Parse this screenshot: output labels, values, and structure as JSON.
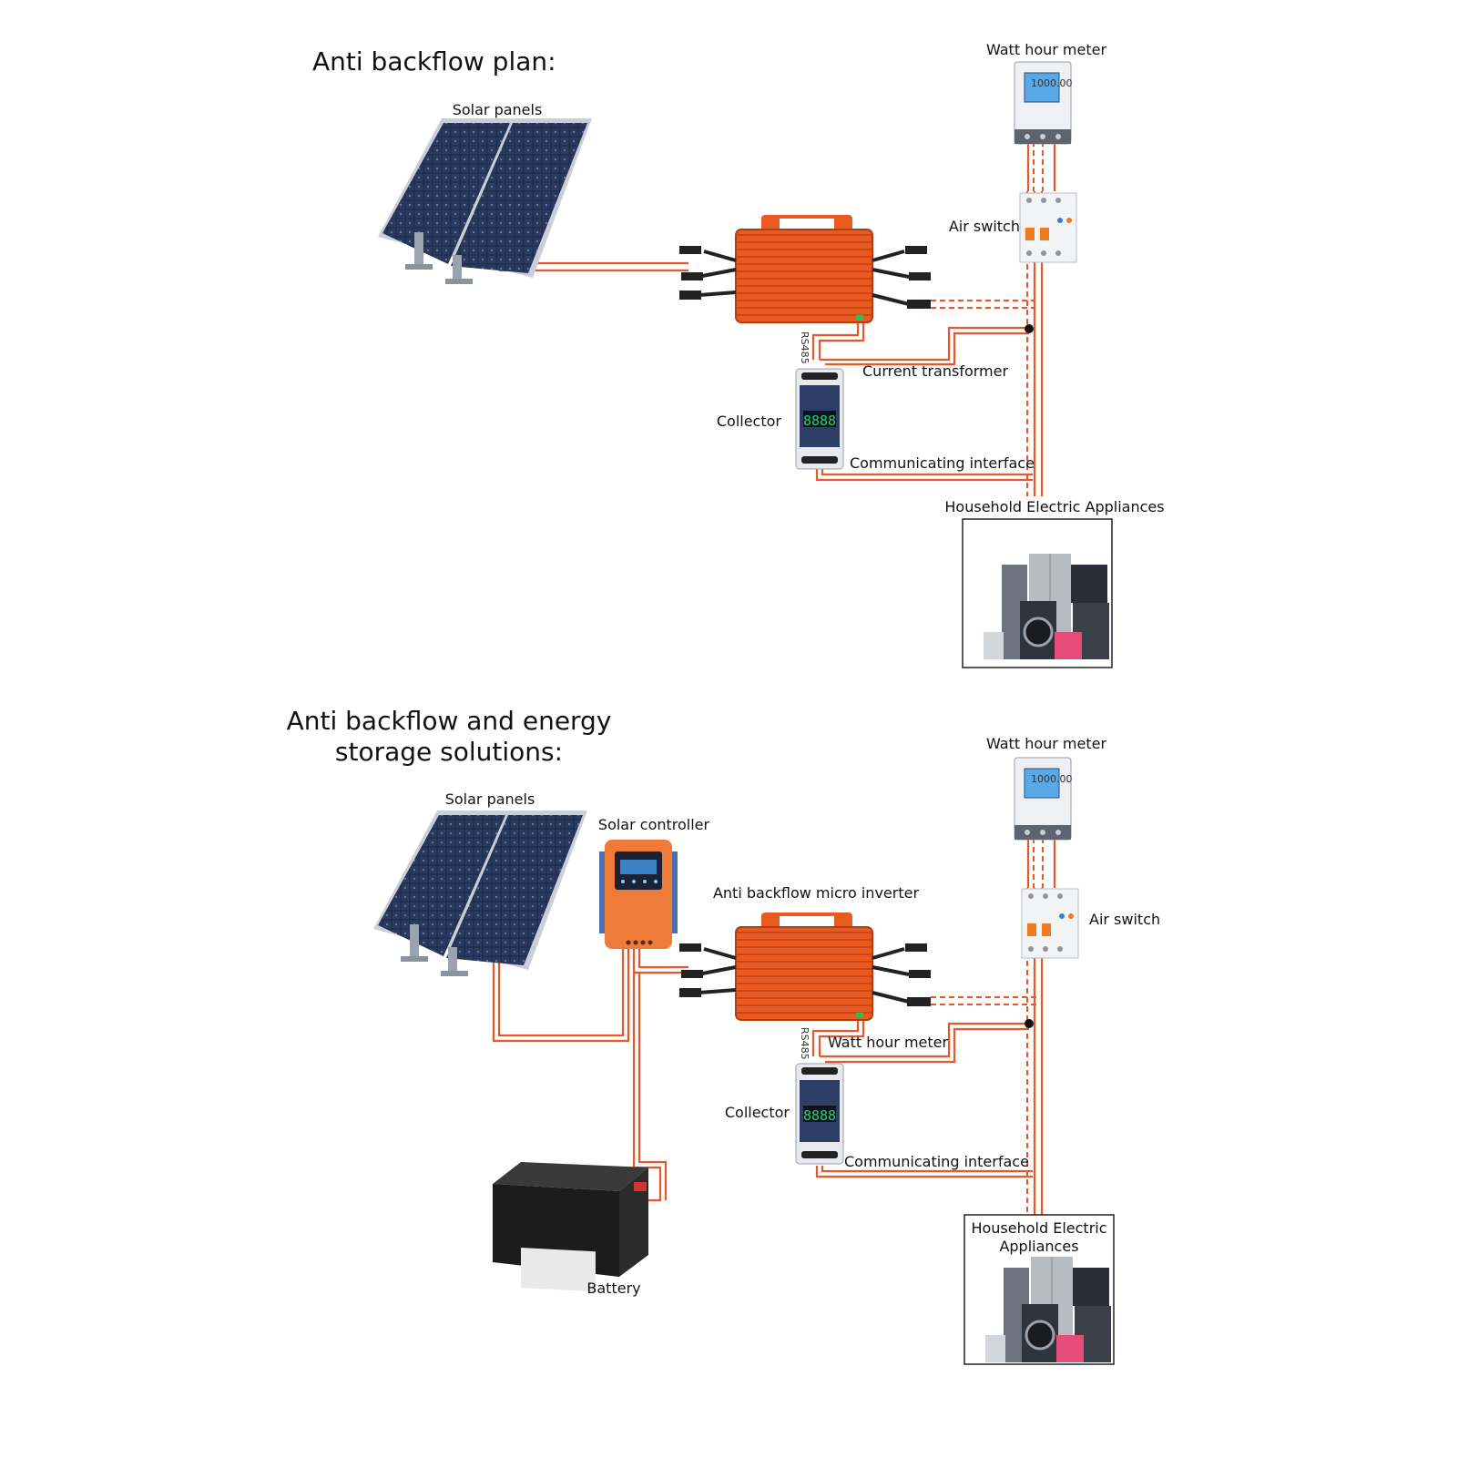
{
  "plan1": {
    "title": "Anti backflow plan:",
    "labels": {
      "solar_panels": "Solar panels",
      "watt_hour_meter": "Watt hour meter",
      "air_switch": "Air switch",
      "current_transformer": "Current transformer",
      "collector": "Collector",
      "communicating_interface": "Communicating interface",
      "household": "Household Electric Appliances",
      "rs485": "RS485"
    }
  },
  "plan2": {
    "title_line1": "Anti backflow and energy",
    "title_line2": "storage solutions:",
    "labels": {
      "solar_panels": "Solar panels",
      "solar_controller": "Solar controller",
      "inverter": "Anti backflow micro inverter",
      "watt_hour_meter_top": "Watt hour meter",
      "air_switch": "Air switch",
      "watt_hour_meter_mid": "Watt hour meter",
      "collector": "Collector",
      "communicating_interface": "Communicating interface",
      "household_line1": "Household Electric",
      "household_line2": "Appliances",
      "battery": "Battery",
      "rs485": "RS485"
    }
  },
  "device_text": {
    "meter_display": "1000.00",
    "collector_display": "8888"
  },
  "colors": {
    "wire": "#e8572a",
    "inverter": "#e85a1f",
    "panel": "#1f2b47",
    "controller": "#f07a3a",
    "battery": "#1c1c1c",
    "collector_display": "#22d36a",
    "meter_display": "#5aa9e6"
  }
}
